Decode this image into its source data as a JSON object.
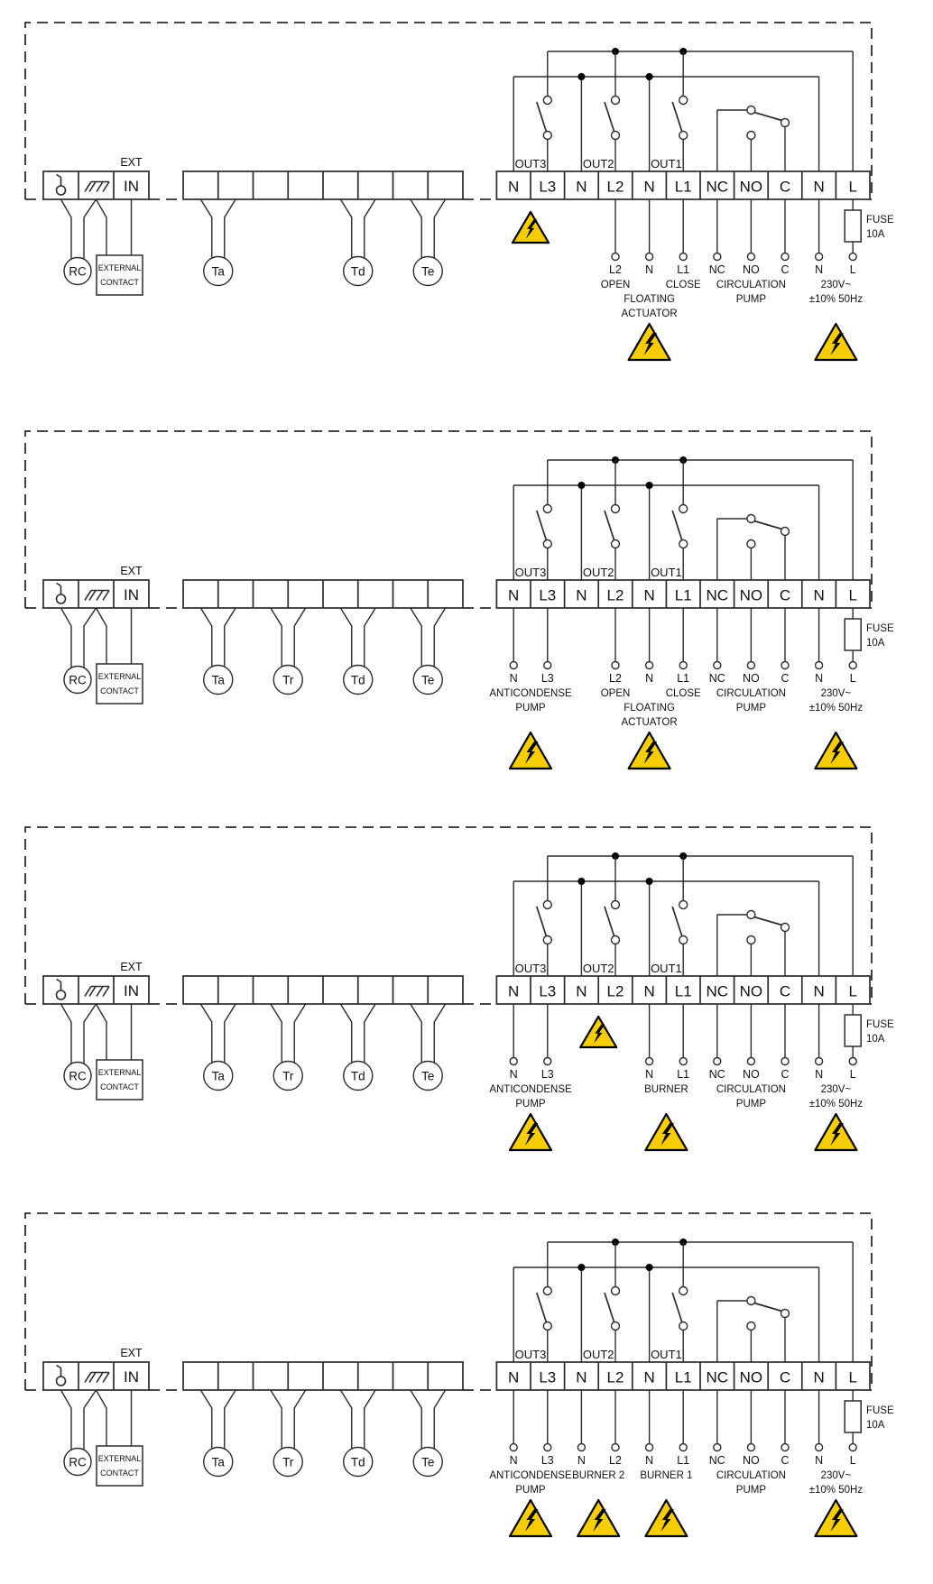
{
  "colors": {
    "background": "#ffffff",
    "line": "#2b2b2b",
    "warning_yellow": "#F6CE00",
    "text": "#111111"
  },
  "terminal_labels": [
    "N",
    "L3",
    "N",
    "L2",
    "N",
    "L1",
    "NC",
    "NO",
    "C",
    "N",
    "L"
  ],
  "out_labels": [
    "OUT3",
    "OUT2",
    "OUT1"
  ],
  "left_block": {
    "ext_label": "EXT",
    "in_label": "IN",
    "rc_label": "RC",
    "external_contact_lines": [
      "EXTERNAL",
      "CONTACT"
    ],
    "icons": [
      "key-icon",
      "ground-symbol-icon"
    ]
  },
  "fuse": {
    "line1": "FUSE",
    "line2": "10A"
  },
  "power_caption": {
    "line1": "230V~",
    "line2": "±10%  50Hz"
  },
  "panels": [
    {
      "name": "scheme-1",
      "sensors": [
        {
          "label": "Ta",
          "pair": 0
        },
        {
          "label": "Td",
          "pair": 2
        },
        {
          "label": "Te",
          "pair": 3
        }
      ],
      "used_terminals": [
        3,
        4,
        5,
        6,
        7,
        8,
        9,
        10
      ],
      "captions": [
        {
          "anchor": "L2",
          "row": 2,
          "text": "OPEN"
        },
        {
          "anchor": "L1",
          "row": 2,
          "text": "CLOSE"
        },
        {
          "anchor": "CIRC",
          "row": 2,
          "text": "CIRCULATION"
        },
        {
          "anchor": "PWR",
          "row": 2,
          "text": "230V~"
        },
        {
          "anchor": "FLT",
          "row": 3,
          "text": "FLOATING"
        },
        {
          "anchor": "CIRC",
          "row": 3,
          "text": "PUMP"
        },
        {
          "anchor": "PWR",
          "row": 3,
          "text": "±10%  50Hz"
        },
        {
          "anchor": "FLT",
          "row": 4,
          "text": "ACTUATOR"
        }
      ],
      "under_block_triangle": "OUT3PAIR",
      "bottom_triangles": [
        "FLT",
        "PWR"
      ]
    },
    {
      "name": "scheme-2",
      "sensors": [
        {
          "label": "Ta",
          "pair": 0
        },
        {
          "label": "Tr",
          "pair": 1
        },
        {
          "label": "Td",
          "pair": 2
        },
        {
          "label": "Te",
          "pair": 3
        }
      ],
      "used_terminals": [
        0,
        1,
        3,
        4,
        5,
        6,
        7,
        8,
        9,
        10
      ],
      "captions": [
        {
          "anchor": "ACP",
          "row": 2,
          "text": "ANTICONDENSE"
        },
        {
          "anchor": "L2",
          "row": 2,
          "text": "OPEN"
        },
        {
          "anchor": "L1",
          "row": 2,
          "text": "CLOSE"
        },
        {
          "anchor": "CIRC",
          "row": 2,
          "text": "CIRCULATION"
        },
        {
          "anchor": "PWR",
          "row": 2,
          "text": "230V~"
        },
        {
          "anchor": "ACP",
          "row": 3,
          "text": "PUMP"
        },
        {
          "anchor": "FLT",
          "row": 3,
          "text": "FLOATING"
        },
        {
          "anchor": "CIRC",
          "row": 3,
          "text": "PUMP"
        },
        {
          "anchor": "PWR",
          "row": 3,
          "text": "±10%  50Hz"
        },
        {
          "anchor": "FLT",
          "row": 4,
          "text": "ACTUATOR"
        }
      ],
      "under_block_triangle": null,
      "bottom_triangles": [
        "ACP",
        "FLT",
        "PWR"
      ]
    },
    {
      "name": "scheme-3",
      "sensors": [
        {
          "label": "Ta",
          "pair": 0
        },
        {
          "label": "Tr",
          "pair": 1
        },
        {
          "label": "Td",
          "pair": 2
        },
        {
          "label": "Te",
          "pair": 3
        }
      ],
      "used_terminals": [
        0,
        1,
        4,
        5,
        6,
        7,
        8,
        9,
        10
      ],
      "captions": [
        {
          "anchor": "ACP",
          "row": 2,
          "text": "ANTICONDENSE"
        },
        {
          "anchor": "B1",
          "row": 2,
          "text": "BURNER"
        },
        {
          "anchor": "CIRC",
          "row": 2,
          "text": "CIRCULATION"
        },
        {
          "anchor": "PWR",
          "row": 2,
          "text": "230V~"
        },
        {
          "anchor": "ACP",
          "row": 3,
          "text": "PUMP"
        },
        {
          "anchor": "CIRC",
          "row": 3,
          "text": "PUMP"
        },
        {
          "anchor": "PWR",
          "row": 3,
          "text": "±10%  50Hz"
        }
      ],
      "under_block_triangle": "OUT2PAIR",
      "bottom_triangles": [
        "ACP",
        "B1",
        "PWR"
      ]
    },
    {
      "name": "scheme-4",
      "sensors": [
        {
          "label": "Ta",
          "pair": 0
        },
        {
          "label": "Tr",
          "pair": 1
        },
        {
          "label": "Td",
          "pair": 2
        },
        {
          "label": "Te",
          "pair": 3
        }
      ],
      "used_terminals": [
        0,
        1,
        2,
        3,
        4,
        5,
        6,
        7,
        8,
        9,
        10
      ],
      "captions": [
        {
          "anchor": "ACP",
          "row": 2,
          "text": "ANTICONDENSE"
        },
        {
          "anchor": "B2",
          "row": 2,
          "text": "BURNER 2"
        },
        {
          "anchor": "B1",
          "row": 2,
          "text": "BURNER 1"
        },
        {
          "anchor": "CIRC",
          "row": 2,
          "text": "CIRCULATION"
        },
        {
          "anchor": "PWR",
          "row": 2,
          "text": "230V~"
        },
        {
          "anchor": "ACP",
          "row": 3,
          "text": "PUMP"
        },
        {
          "anchor": "CIRC",
          "row": 3,
          "text": "PUMP"
        },
        {
          "anchor": "PWR",
          "row": 3,
          "text": "±10%  50Hz"
        }
      ],
      "under_block_triangle": null,
      "bottom_triangles": [
        "ACP",
        "B2",
        "B1",
        "PWR"
      ]
    }
  ]
}
